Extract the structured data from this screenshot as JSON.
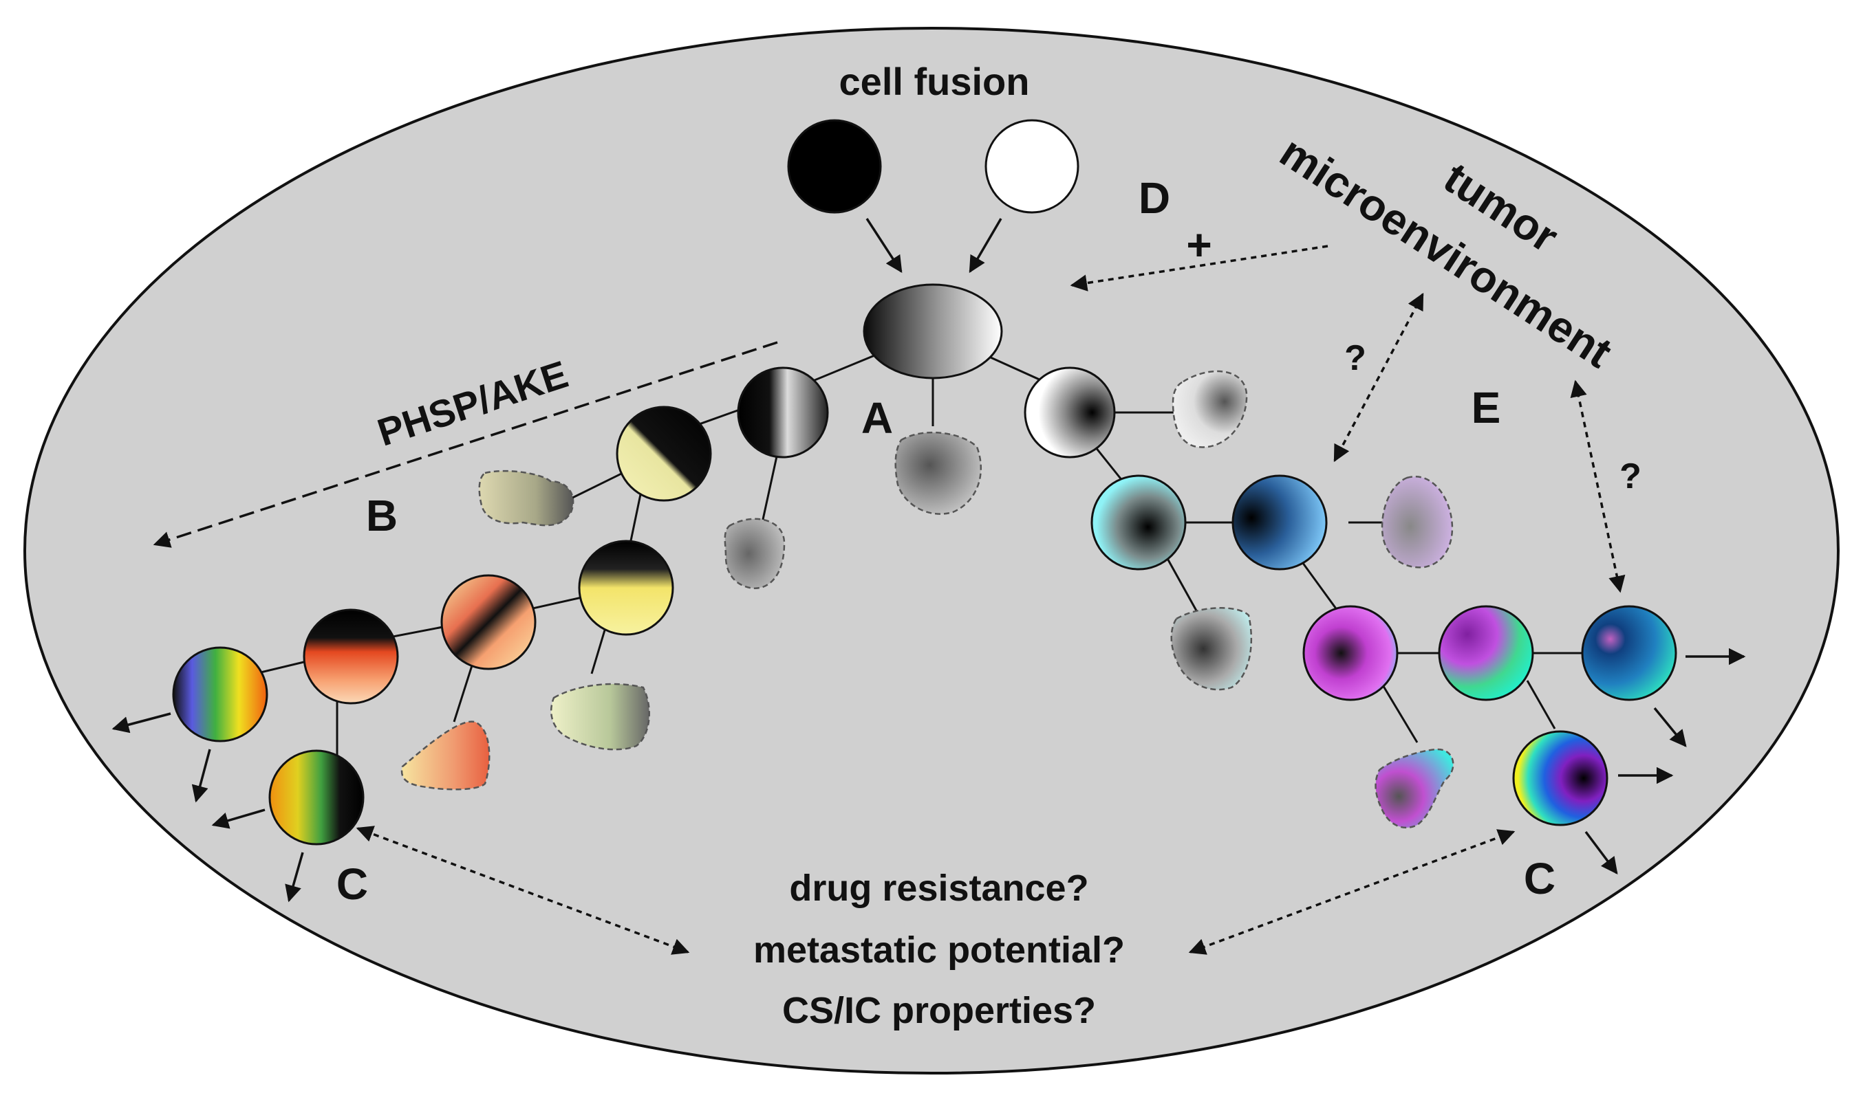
{
  "labels": {
    "cell_fusion": "cell fusion",
    "tumor": "tumor",
    "microenvironment": "microenvironment",
    "phsp_ake": "PHSP/AKE",
    "a": "A",
    "b": "B",
    "c_left": "C",
    "c_right": "C",
    "d": "D",
    "e": "E",
    "plus": "+",
    "question_1": "?",
    "question_2": "?",
    "drug_resistance": "drug resistance?",
    "metastatic_potential": "metastatic potential?",
    "csic_properties": "CS/IC properties?"
  },
  "colors": {
    "background_ellipse": "#d0d0d0",
    "outline": "#111111",
    "parent_black": "#000000",
    "parent_white": "#ffffff"
  }
}
